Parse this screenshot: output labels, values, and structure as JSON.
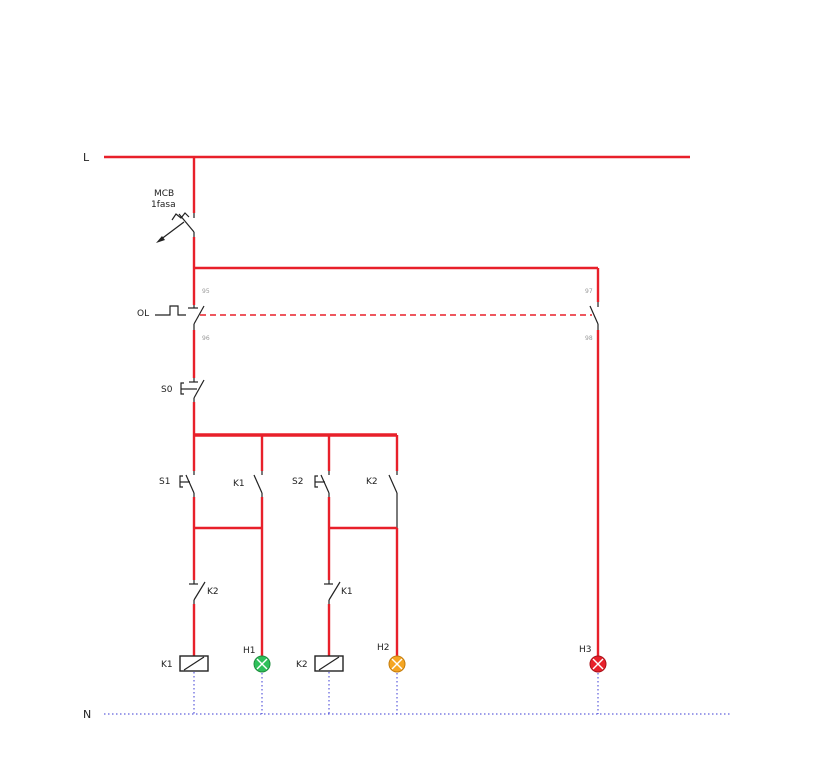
{
  "diagram": {
    "rail_labels": {
      "line": "L",
      "neutral": "N"
    },
    "breaker": {
      "line1": "MCB",
      "line2": "1fasa"
    },
    "overload": {
      "label": "OL",
      "nc_top": "95",
      "nc_bottom": "96",
      "no_top": "97",
      "no_bottom": "98"
    },
    "stop_button": "S0",
    "branch1": {
      "button": "S1",
      "holding_contact": "K1",
      "interlock": "K2",
      "coil": "K1",
      "lamp": "H1"
    },
    "branch2": {
      "button": "S2",
      "holding_contact": "K2",
      "interlock": "K1",
      "coil": "K2",
      "lamp": "H2"
    },
    "fault_lamp": "H3",
    "colors": {
      "wire": "#e8202a",
      "neutral": "#3b3bd4",
      "symbol": "#222222",
      "lamp_green": "#2ec05a",
      "lamp_orange": "#f5a623",
      "lamp_red": "#e8202a"
    }
  }
}
